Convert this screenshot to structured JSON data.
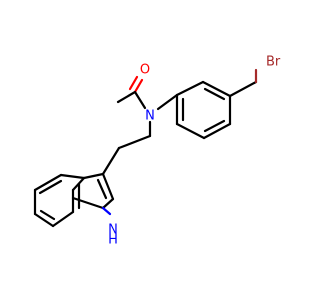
{
  "molecule": {
    "atoms": {
      "O": {
        "text": "O",
        "color": "#ff0000"
      },
      "N_amide": {
        "text": "N",
        "color": "#0000ff"
      },
      "NH": {
        "text": "H\nN",
        "line1": "N",
        "line2": "H",
        "color": "#0000ff"
      },
      "Br": {
        "text": "Br",
        "color": "#a52a2a"
      }
    }
  },
  "colors": {
    "background": "#ffffff",
    "bond": "#000000",
    "nitrogen": "#0000ff",
    "oxygen": "#ff0000",
    "bromine": "#a52a2a"
  }
}
